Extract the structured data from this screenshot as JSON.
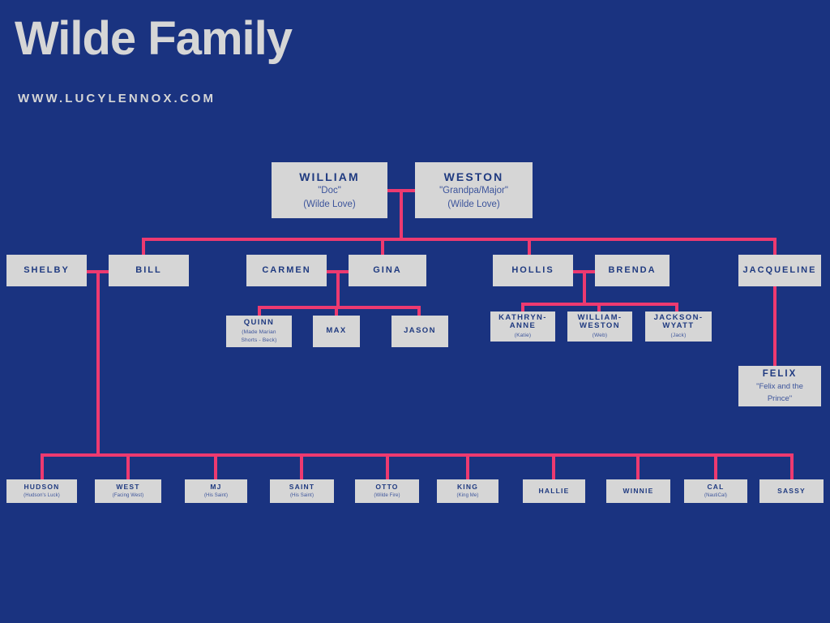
{
  "header": {
    "title": "Wilde Family",
    "website": "WWW.LUCYLENNOX.COM"
  },
  "colors": {
    "background": "#1a3380",
    "box": "#d6d6d6",
    "text": "#1f3a80",
    "connector": "#ed3a70",
    "heading": "#d6d6d6"
  },
  "generation1": [
    {
      "name": "WILLIAM",
      "sub1": "\"Doc\"",
      "sub2": "(Wilde Love)"
    },
    {
      "name": "WESTON",
      "sub1": "\"Grandpa/Major\"",
      "sub2": "(Wilde Love)"
    }
  ],
  "generation2": [
    {
      "name": "SHELBY",
      "sub": ""
    },
    {
      "name": "BILL",
      "sub": ""
    },
    {
      "name": "CARMEN",
      "sub": ""
    },
    {
      "name": "GINA",
      "sub": ""
    },
    {
      "name": "HOLLIS",
      "sub": ""
    },
    {
      "name": "BRENDA",
      "sub": ""
    },
    {
      "name": "JACQUELINE",
      "sub": ""
    }
  ],
  "generation3": [
    {
      "name": "QUINN",
      "sub1": "(Made Marian",
      "sub2": "Shorts - Beck)"
    },
    {
      "name": "MAX",
      "sub1": "",
      "sub2": ""
    },
    {
      "name": "JASON",
      "sub1": "",
      "sub2": ""
    },
    {
      "name": "KATHRYN-",
      "name2": "ANNE",
      "sub1": "(Katie)",
      "sub2": ""
    },
    {
      "name": "WILLIAM-",
      "name2": "WESTON",
      "sub1": "(Web)",
      "sub2": ""
    },
    {
      "name": "JACKSON-",
      "name2": "WYATT",
      "sub1": "(Jack)",
      "sub2": ""
    }
  ],
  "felix": {
    "name": "FELIX",
    "sub1": "\"Felix and the",
    "sub2": "Prince\""
  },
  "generation_bottom": [
    {
      "name": "HUDSON",
      "sub": "(Hudson's Luck)"
    },
    {
      "name": "WEST",
      "sub": "(Facing West)"
    },
    {
      "name": "MJ",
      "sub": "(His Saint)"
    },
    {
      "name": "SAINT",
      "sub": "(His Saint)"
    },
    {
      "name": "OTTO",
      "sub": "(Wilde Fire)"
    },
    {
      "name": "KING",
      "sub": "(King Me)"
    },
    {
      "name": "HALLIE",
      "sub": ""
    },
    {
      "name": "WINNIE",
      "sub": ""
    },
    {
      "name": "CAL",
      "sub": "(NautiCal)"
    },
    {
      "name": "SASSY",
      "sub": ""
    }
  ]
}
